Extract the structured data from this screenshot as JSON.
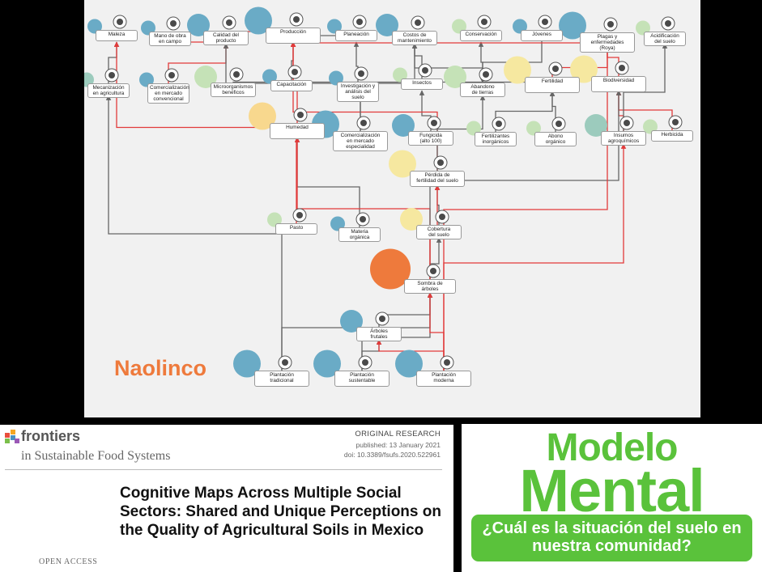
{
  "region_label": "Naolinco",
  "colors": {
    "blue": "#6aabc6",
    "yellow": "#f6e8a0",
    "peach": "#f8d88e",
    "light_green": "#c5e2b7",
    "teal": "#9ccbbd",
    "orange": "#ee7a3c",
    "red_edge": "#e23a3a",
    "gray_edge": "#666666",
    "brand_green": "#5ac23b"
  },
  "nodes": [
    {
      "id": "maleza",
      "label": "Maleza",
      "color": "blue",
      "size": "s"
    },
    {
      "id": "mano",
      "label": "Mano de obra\nen campo",
      "color": "blue",
      "size": "s"
    },
    {
      "id": "calidad",
      "label": "Calidad del\nproducto",
      "color": "blue",
      "size": "m"
    },
    {
      "id": "produccion",
      "label": "Producción",
      "color": "blue",
      "size": "l"
    },
    {
      "id": "planeacion",
      "label": "Planeación",
      "color": "blue",
      "size": "s"
    },
    {
      "id": "costos",
      "label": "Costos de\nmantenimiento",
      "color": "blue",
      "size": "m"
    },
    {
      "id": "conservacion",
      "label": "Conservación",
      "color": "light_green",
      "size": "s"
    },
    {
      "id": "jovenes",
      "label": "Jóvenes",
      "color": "blue",
      "size": "s"
    },
    {
      "id": "plagas",
      "label": "Plagas y\nenfermedades\n(Roya)",
      "color": "blue",
      "size": "l"
    },
    {
      "id": "acidificacion",
      "label": "Acidificación\ndel suelo",
      "color": "light_green",
      "size": "s"
    },
    {
      "id": "mecanizacion",
      "label": "Mecanización\nen agricultura",
      "color": "teal",
      "size": "s"
    },
    {
      "id": "comconv",
      "label": "Comercialización\nen mercado\nconvencional",
      "color": "blue",
      "size": "s"
    },
    {
      "id": "microorg",
      "label": "Microorganismos\nbenéficos",
      "color": "light_green",
      "size": "m"
    },
    {
      "id": "capacitacion",
      "label": "Capacitación",
      "color": "blue",
      "size": "s"
    },
    {
      "id": "investigacion",
      "label": "Investigación y\nanálisis del suelo",
      "color": "blue",
      "size": "s"
    },
    {
      "id": "insectos",
      "label": "Insectos",
      "color": "light_green",
      "size": "s"
    },
    {
      "id": "abandono",
      "label": "Abandono\nde tierras",
      "color": "light_green",
      "size": "m"
    },
    {
      "id": "fertilidad",
      "label": "Fertilidad",
      "color": "yellow",
      "size": "l"
    },
    {
      "id": "biodiversidad",
      "label": "Biodiversidad",
      "color": "yellow",
      "size": "l"
    },
    {
      "id": "humedad",
      "label": "Humedad",
      "color": "peach",
      "size": "l"
    },
    {
      "id": "comespec",
      "label": "Comercialización\nen mercado\nespecialidad",
      "color": "blue",
      "size": "l"
    },
    {
      "id": "fungicida",
      "label": "Fungicida\n(alto 100)",
      "color": "blue",
      "size": "m"
    },
    {
      "id": "fertinorg",
      "label": "Fertilizantes\ninorgánicos",
      "color": "light_green",
      "size": "s"
    },
    {
      "id": "abonoorg",
      "label": "Abono\norgánico",
      "color": "light_green",
      "size": "s"
    },
    {
      "id": "insumos",
      "label": "Insumos\nagroquímicos",
      "color": "teal",
      "size": "m"
    },
    {
      "id": "herbicida",
      "label": "Herbicida",
      "color": "light_green",
      "size": "s"
    },
    {
      "id": "perdida",
      "label": "Pérdida de\nfertilidad del suelo",
      "color": "yellow",
      "size": "l"
    },
    {
      "id": "pasto",
      "label": "Pasto",
      "color": "light_green",
      "size": "s"
    },
    {
      "id": "materia",
      "label": "Materia\norgánica",
      "color": "blue",
      "size": "s"
    },
    {
      "id": "cobertura",
      "label": "Cobertura\ndel suelo",
      "color": "yellow",
      "size": "m"
    },
    {
      "id": "sombra",
      "label": "Sombra de\nárboles",
      "color": "orange",
      "size": "xl"
    },
    {
      "id": "arboles",
      "label": "Árboles\nfrutales",
      "color": "blue",
      "size": "m"
    },
    {
      "id": "pltrad",
      "label": "Plantación\ntradicional",
      "color": "blue",
      "size": "l"
    },
    {
      "id": "plsust",
      "label": "Plantación\nsustentable",
      "color": "blue",
      "size": "l"
    },
    {
      "id": "plmod",
      "label": "Plantación\nmoderna",
      "color": "blue",
      "size": "l"
    }
  ],
  "edges": [
    {
      "from": "mecanizacion",
      "to": "maleza",
      "color": "gray"
    },
    {
      "from": "comconv",
      "to": "calidad",
      "color": "red"
    },
    {
      "from": "mano",
      "to": "calidad",
      "color": "red"
    },
    {
      "from": "calidad",
      "to": "produccion",
      "color": "red"
    },
    {
      "from": "capacitacion",
      "to": "produccion",
      "color": "gray"
    },
    {
      "from": "investigacion",
      "to": "planeacion",
      "color": "gray"
    },
    {
      "from": "insectos",
      "to": "costos",
      "color": "gray"
    },
    {
      "from": "abandono",
      "to": "conservacion",
      "color": "gray"
    },
    {
      "from": "fertilidad",
      "to": "plagas",
      "color": "red"
    },
    {
      "from": "biodiversidad",
      "to": "plagas",
      "color": "red"
    },
    {
      "from": "herbicida",
      "to": "biodiversidad",
      "color": "red"
    },
    {
      "from": "insumos",
      "to": "biodiversidad",
      "color": "red"
    },
    {
      "from": "abonoorg",
      "to": "fertilidad",
      "color": "gray"
    },
    {
      "from": "fertinorg",
      "to": "fertilidad",
      "color": "gray"
    },
    {
      "from": "fungicida",
      "to": "insectos",
      "color": "gray"
    },
    {
      "from": "comespec",
      "to": "calidad",
      "color": "gray"
    },
    {
      "from": "humedad",
      "to": "produccion",
      "color": "red"
    },
    {
      "from": "perdida",
      "to": "produccion",
      "color": "red"
    },
    {
      "from": "perdida",
      "to": "abandono",
      "color": "gray"
    },
    {
      "from": "cobertura",
      "to": "perdida",
      "color": "gray"
    },
    {
      "from": "materia",
      "to": "humedad",
      "color": "gray"
    },
    {
      "from": "pasto",
      "to": "maleza",
      "color": "red"
    },
    {
      "from": "sombra",
      "to": "humedad",
      "color": "red"
    },
    {
      "from": "sombra",
      "to": "cobertura",
      "color": "gray"
    },
    {
      "from": "sombra",
      "to": "biodiversidad",
      "color": "gray"
    },
    {
      "from": "sombra",
      "to": "perdida",
      "color": "red"
    },
    {
      "from": "arboles",
      "to": "sombra",
      "color": "gray"
    },
    {
      "from": "pltrad",
      "to": "sombra",
      "color": "gray"
    },
    {
      "from": "pltrad",
      "to": "mecanizacion",
      "color": "gray"
    },
    {
      "from": "plsust",
      "to": "sombra",
      "color": "gray"
    },
    {
      "from": "plsust",
      "to": "arboles",
      "color": "gray"
    },
    {
      "from": "plmod",
      "to": "sombra",
      "color": "red"
    },
    {
      "from": "plmod",
      "to": "insumos",
      "color": "red"
    },
    {
      "from": "plmod",
      "to": "arboles",
      "color": "red"
    },
    {
      "from": "plmod",
      "to": "plagas",
      "color": "red"
    },
    {
      "from": "insumos",
      "to": "acidificacion",
      "color": "gray"
    },
    {
      "from": "microorg",
      "to": "fertilidad",
      "color": "gray"
    },
    {
      "from": "jovenes",
      "to": "abandono",
      "color": "gray"
    },
    {
      "from": "costos",
      "to": "abandono",
      "color": "gray"
    },
    {
      "from": "comespec",
      "to": "costos",
      "color": "gray"
    },
    {
      "from": "planeacion",
      "to": "produccion",
      "color": "gray"
    },
    {
      "from": "plagas",
      "to": "produccion",
      "color": "red"
    }
  ],
  "paper": {
    "publisher": "frontiers",
    "journal": "in Sustainable Food Systems",
    "article_type": "ORIGINAL RESEARCH",
    "published": "published: 13 January 2021",
    "doi": "doi: 10.3389/fsufs.2020.522961",
    "title": "Cognitive Maps Across Multiple Social Sectors: Shared and Unique Perceptions on the Quality of Agricultural Soils in Mexico",
    "open_access": "OPEN ACCESS"
  },
  "modelo": {
    "line1": "Modelo",
    "line2": "Mental",
    "question": "¿Cuál es la situación del suelo en nuestra comunidad?"
  }
}
